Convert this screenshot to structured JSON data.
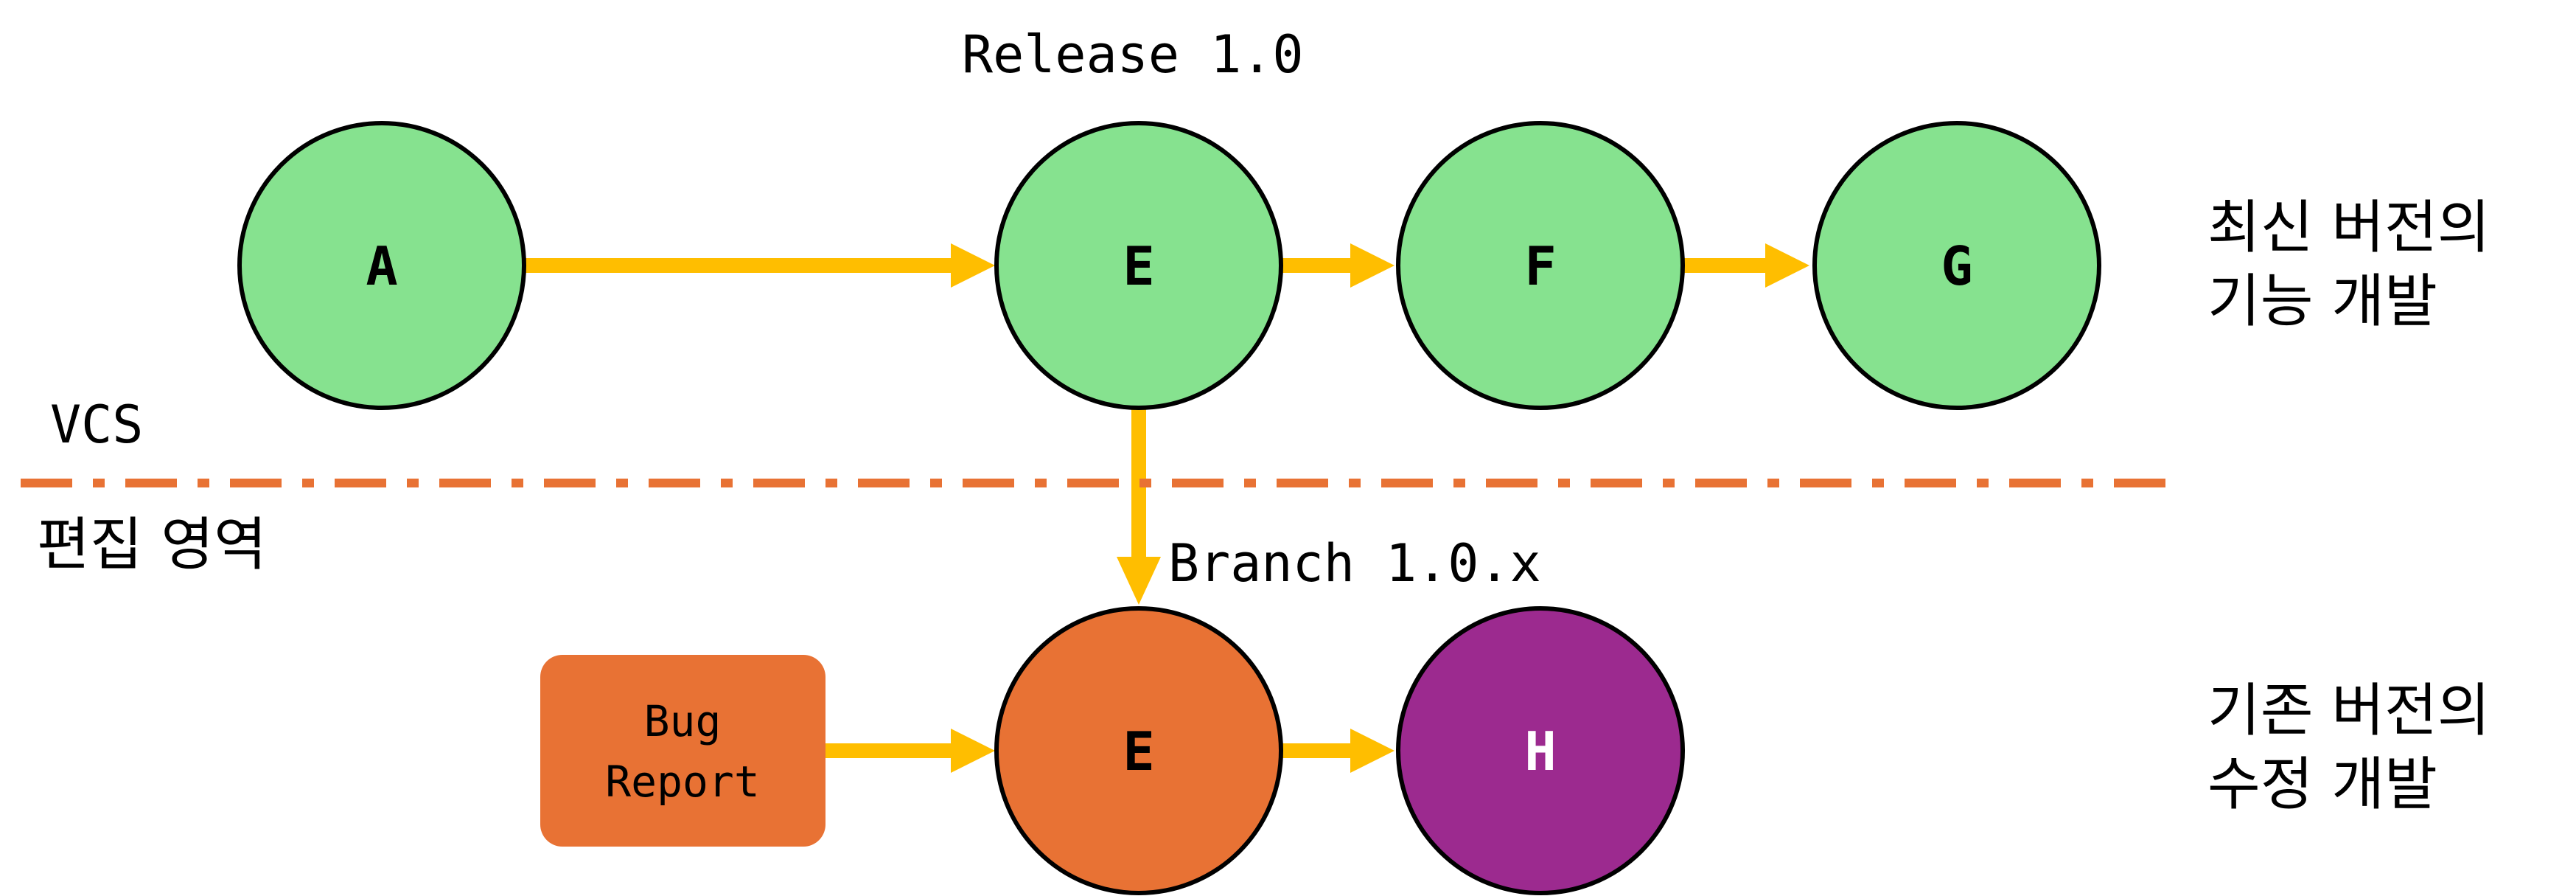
{
  "colors": {
    "node_green": "#86E28F",
    "node_orange": "#E87234",
    "node_purple": "#9C2A8F",
    "arrow": "#FFBE00",
    "divider": "#E87234",
    "outline": "#000000"
  },
  "labels": {
    "release": "Release 1.0",
    "branch": "Branch 1.0.x",
    "vcs": "VCS",
    "edit_area": "편집 영역",
    "top_desc_line1": "최신 버전의",
    "top_desc_line2": "기능 개발",
    "bottom_desc_line1": "기존 버전의",
    "bottom_desc_line2": "수정 개발",
    "bug_line1": "Bug",
    "bug_line2": "Report"
  },
  "nodes": {
    "a": "A",
    "e_top": "E",
    "f": "F",
    "g": "G",
    "e_bottom": "E",
    "h": "H"
  }
}
